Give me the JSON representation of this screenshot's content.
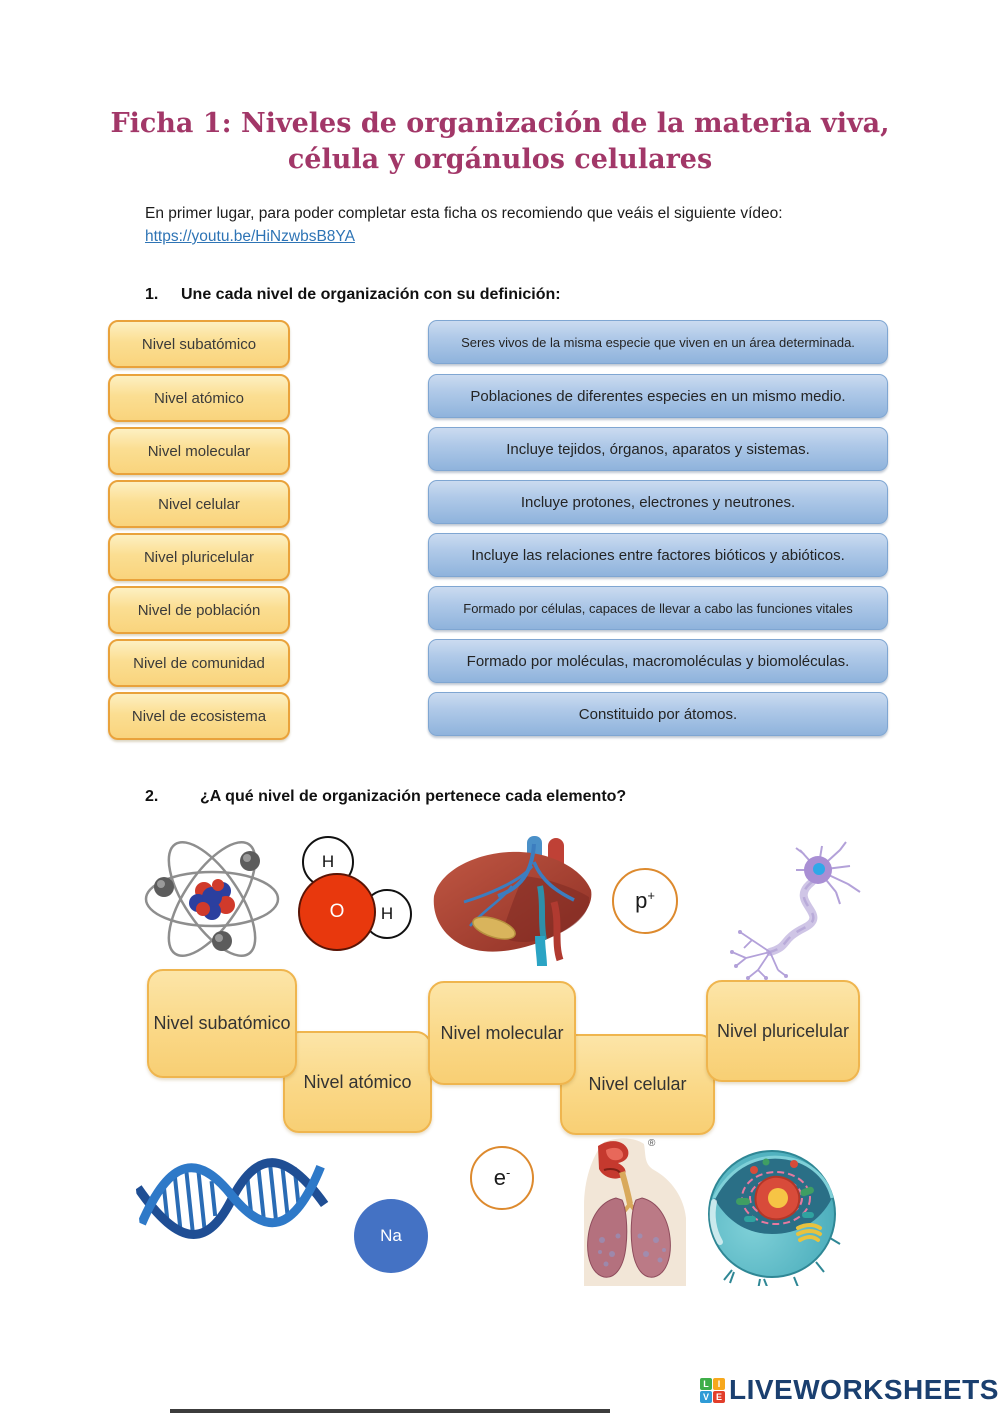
{
  "page": {
    "title_line1": "Ficha 1: Niveles de organización de la materia viva,",
    "title_line2": "célula y orgánulos celulares",
    "intro_text": "En primer lugar, para poder completar esta ficha os recomiendo que veáis el siguiente vídeo:",
    "intro_link": "https://youtu.be/HiNzwbsB8YA"
  },
  "q1": {
    "number": "1.",
    "prompt": "Une cada nivel de organización con su definición:",
    "levels": [
      "Nivel subatómico",
      "Nivel atómico",
      "Nivel molecular",
      "Nivel celular",
      "Nivel pluricelular",
      "Nivel de población",
      "Nivel de comunidad",
      "Nivel de ecosistema"
    ],
    "definitions": [
      "Seres vivos de la misma especie que viven en un área determinada.",
      "Poblaciones de diferentes especies en un mismo medio.",
      "Incluye tejidos, órganos, aparatos y sistemas.",
      "Incluye protones, electrones y neutrones.",
      "Incluye las relaciones entre factores bióticos y abióticos.",
      "Formado por células, capaces de llevar a cabo las funciones vitales",
      "Formado por moléculas, macromoléculas y biomoléculas.",
      "Constituido por átomos."
    ]
  },
  "q2": {
    "number": "2.",
    "prompt": "¿A qué nivel de organización pertenece cada elemento?",
    "answer_labels": [
      "Nivel subatómico",
      "Nivel atómico",
      "Nivel molecular",
      "Nivel celular",
      "Nivel pluricelular"
    ],
    "symbols": {
      "hydrogen1": "H",
      "oxygen": "O",
      "hydrogen2": "H",
      "proton_base": "p",
      "proton_sup": "+",
      "electron_base": "e",
      "electron_sup": "-",
      "sodium": "Na",
      "registered_mark": "®"
    }
  },
  "footer": {
    "logo_squares": [
      "L",
      "I",
      "V",
      "E"
    ],
    "logo_text": "LIVEWORKSHEETS"
  },
  "colors": {
    "title": "#A23768",
    "link": "#2E74B5",
    "yellow_box_border": "#E9A23B",
    "yellow_box_fill": "#FAD87D",
    "blue_box_fill": "#A9C6E8",
    "oxygen_red": "#E8380D",
    "sodium_blue": "#4472C4",
    "circle_orange": "#DD8A2E",
    "logo_navy": "#1A3F6F"
  }
}
